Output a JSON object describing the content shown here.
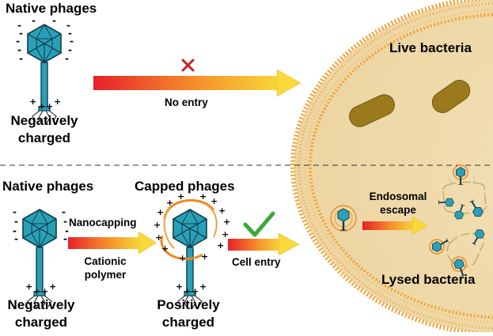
{
  "top": {
    "phage_title": "Native phages",
    "charge_line1": "Negatively",
    "charge_line2": "charged",
    "arrow_label": "No entry",
    "bacteria_label": "Live bacteria",
    "cross_color": "#cc1f1f"
  },
  "bottom": {
    "native_title": "Native phages",
    "capped_title": "Capped phages",
    "step_label": "Nanocapping",
    "polymer_line1": "Cationic",
    "polymer_line2": "polymer",
    "native_charge_line1": "Negatively",
    "native_charge_line2": "charged",
    "capped_charge_line1": "Positively",
    "capped_charge_line2": "charged",
    "entry_label": "Cell entry",
    "escape_line1": "Endosomal",
    "escape_line2": "escape",
    "bacteria_label": "Lysed bacteria",
    "check_color": "#3aa83a"
  },
  "colors": {
    "phage_head": "#2aa0b8",
    "membrane": "#f2a33a",
    "cytoplasm": "#f0ddb0",
    "bacterium": "#9a7a1c",
    "arrow_start": "#e8202a",
    "arrow_end": "#f8d83a"
  }
}
